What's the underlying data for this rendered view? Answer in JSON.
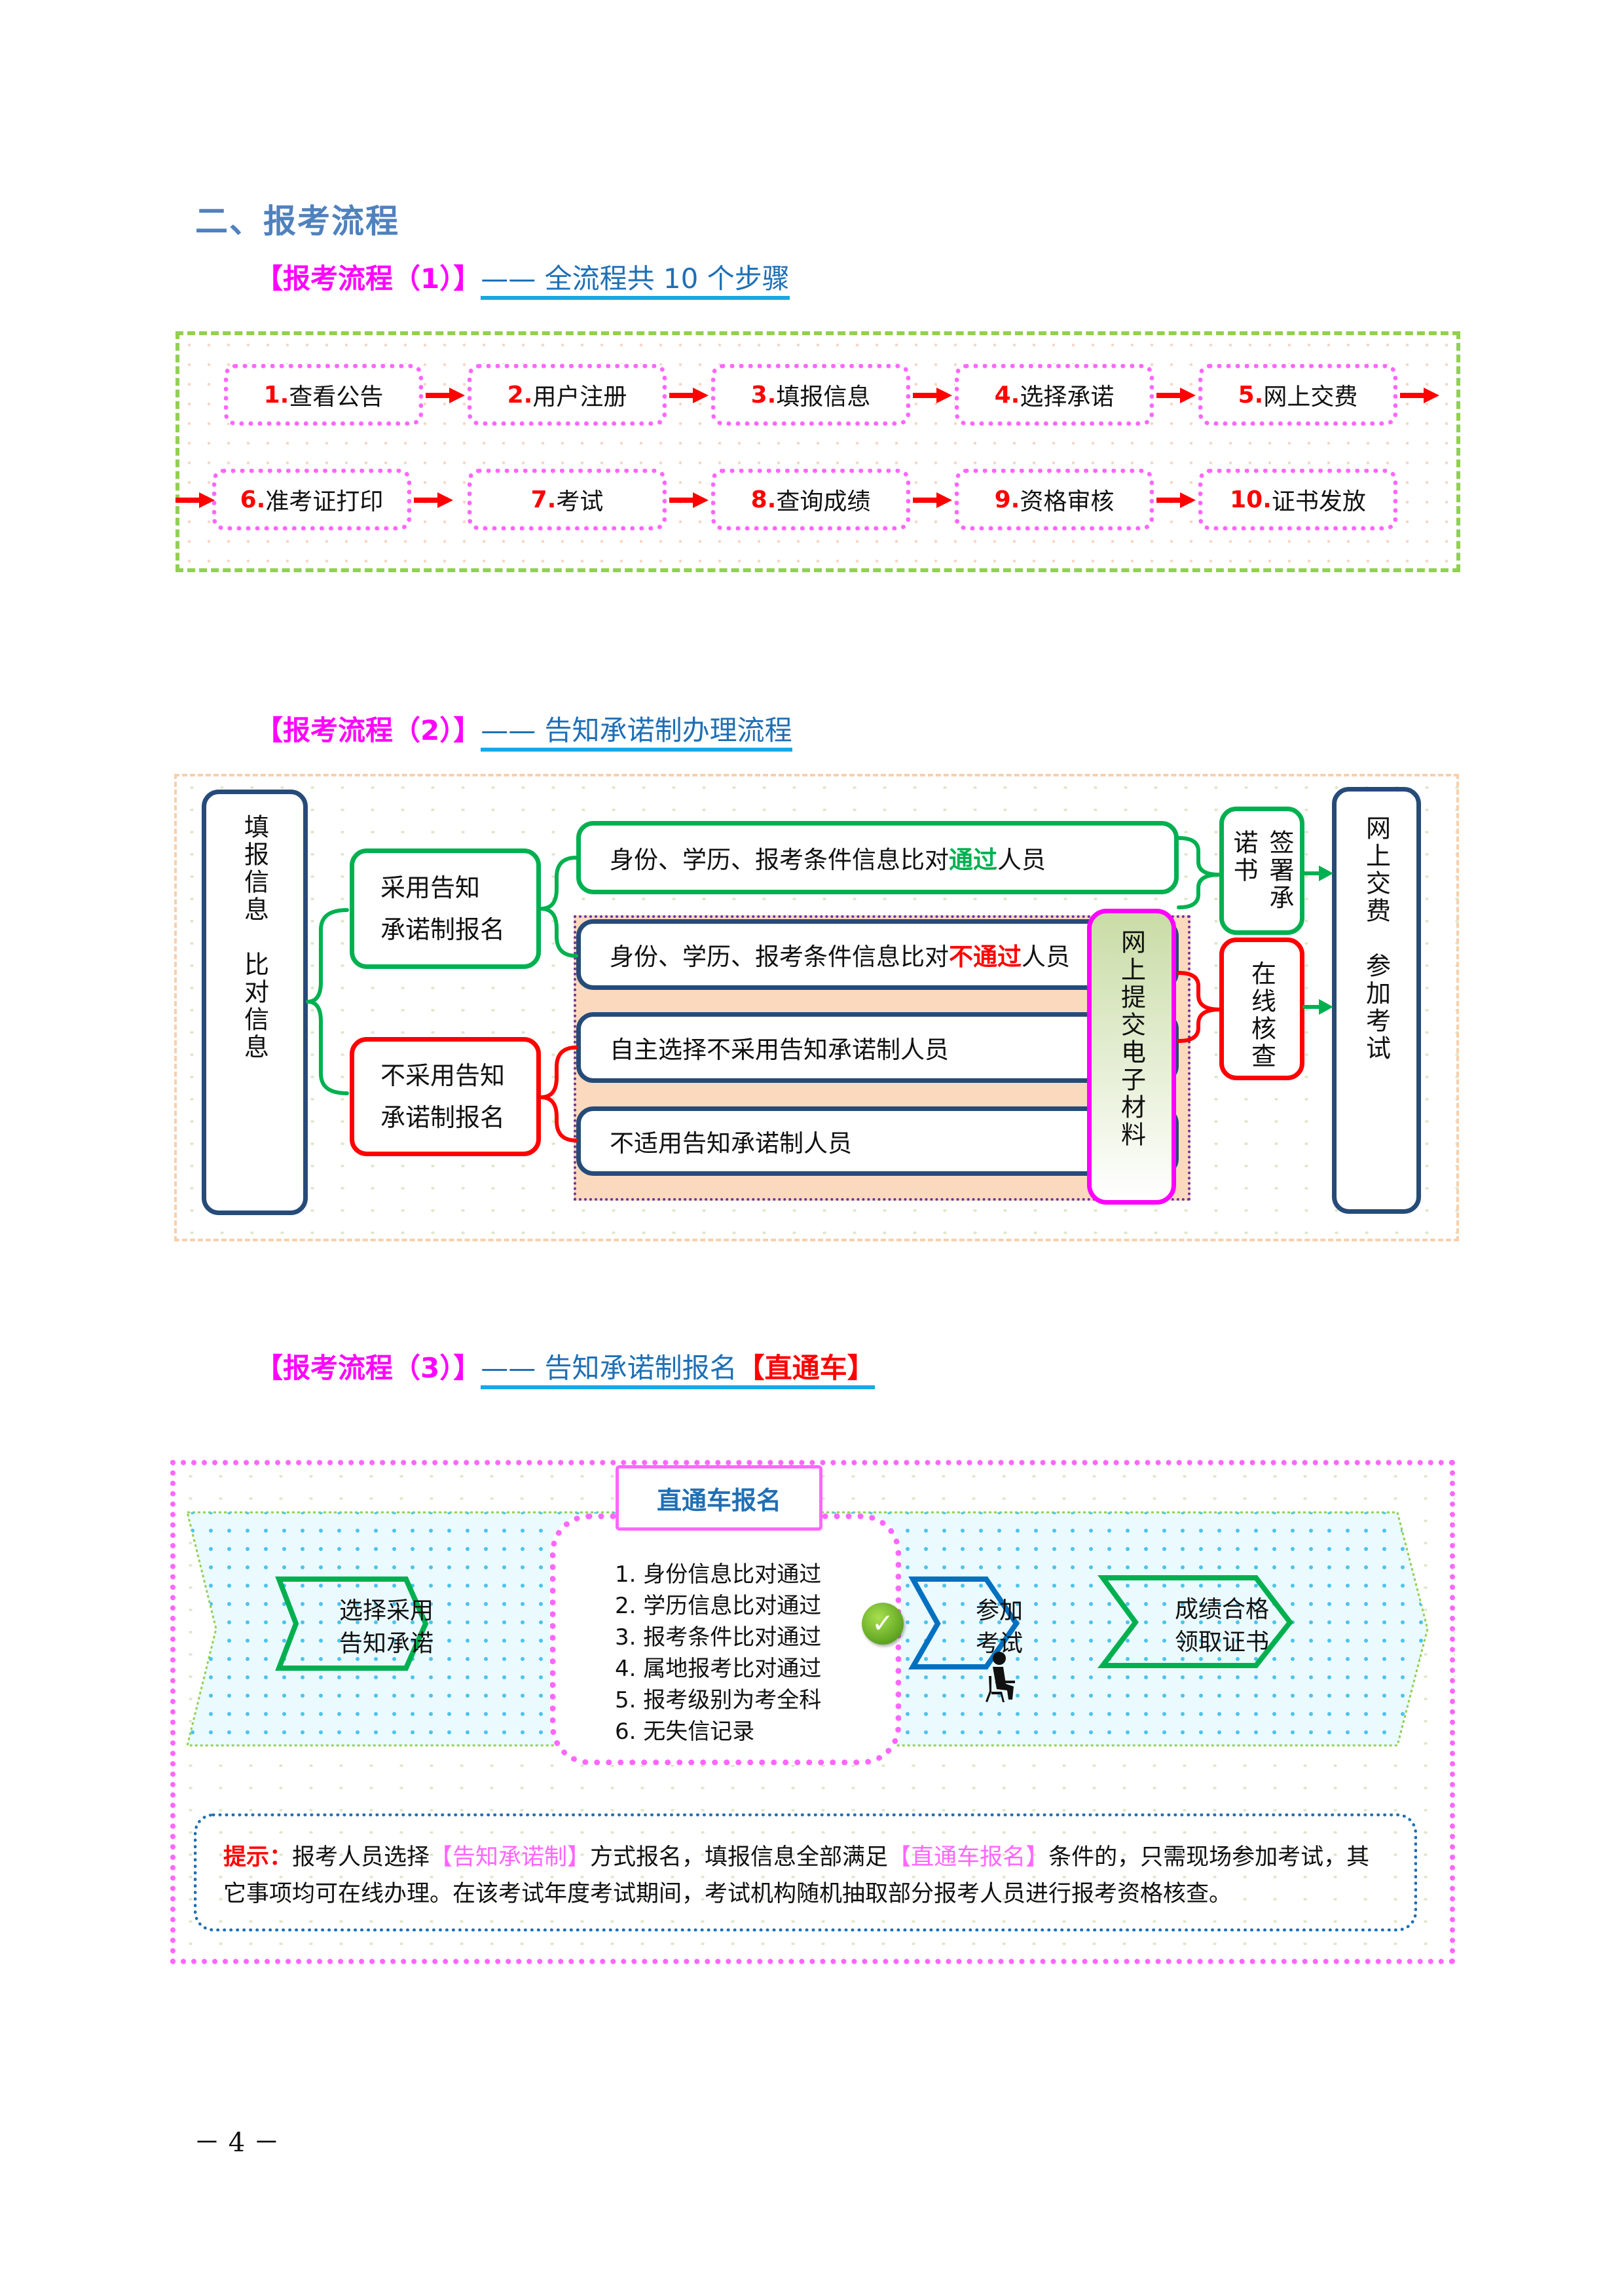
{
  "heading": "二、报考流程",
  "section1": {
    "tag": "【报考流程（1）】",
    "dash": "——",
    "subtitle": " 全流程共 10 个步骤",
    "steps": [
      {
        "num": "1.",
        "label": "查看公告"
      },
      {
        "num": "2.",
        "label": "用户注册"
      },
      {
        "num": "3.",
        "label": "填报信息"
      },
      {
        "num": "4.",
        "label": "选择承诺"
      },
      {
        "num": "5.",
        "label": "网上交费"
      },
      {
        "num": "6.",
        "label": "准考证打印"
      },
      {
        "num": "7.",
        "label": "考试"
      },
      {
        "num": "8.",
        "label": "查询成绩"
      },
      {
        "num": "9.",
        "label": "资格审核"
      },
      {
        "num": "10.",
        "label": "证书发放"
      }
    ]
  },
  "section2": {
    "tag": "【报考流程（2）】",
    "dash": "——",
    "subtitle": " 告知承诺制办理流程",
    "start": "填报信息　比对信息",
    "adopt": {
      "line1": "采用告知",
      "line2": "承诺制报名"
    },
    "not_adopt": {
      "line1": "不采用告知",
      "line2": "承诺制报名"
    },
    "pass_row": {
      "prefix": "身份、学历、报考条件信息比对",
      "highlight": "通过",
      "suffix": "人员"
    },
    "fail_row": {
      "prefix": "身份、学历、报考条件信息比对",
      "highlight": "不通过",
      "suffix": "人员"
    },
    "self_row": "自主选择不采用告知承诺制人员",
    "na_row": "不适用告知承诺制人员",
    "upload": "网上提交电子材料",
    "sign": "签署承诺书",
    "verify": "在线核查",
    "final": "网上交费　参加考试",
    "colors": {
      "navy": "#264b78",
      "green": "#00b050",
      "red": "#ff0000",
      "magenta": "#ff00ff"
    }
  },
  "section3": {
    "tag": "【报考流程（3）】",
    "dash": "——",
    "subtitle": " 告知承诺制报名",
    "highlight": "【直通车】",
    "choose": {
      "line1": "选择采用",
      "line2": "告知承诺"
    },
    "scroll_title": "直通车报名",
    "conditions": [
      "1. 身份信息比对通过",
      "2. 学历信息比对通过",
      "3. 报考条件比对通过",
      "4. 属地报考比对通过",
      "5. 报考级别为考全科",
      "6. 无失信记录"
    ],
    "exam": {
      "line1": "参加",
      "line2": "考试"
    },
    "cert": {
      "line1": "成绩合格",
      "line2": "领取证书"
    },
    "tip": {
      "label": "提示：",
      "t1": "报考人员选择",
      "p1": "【告知承诺制】",
      "t2": "方式报名，填报信息全部满足",
      "p2": "【直通车报名】",
      "t3": "条件的，只需现场参加考试，其它事项均可在线办理。在该考试年度考试期间，考试机构随机抽取部分报考人员进行报考资格核查。"
    }
  },
  "page_number": "－ 4 －"
}
